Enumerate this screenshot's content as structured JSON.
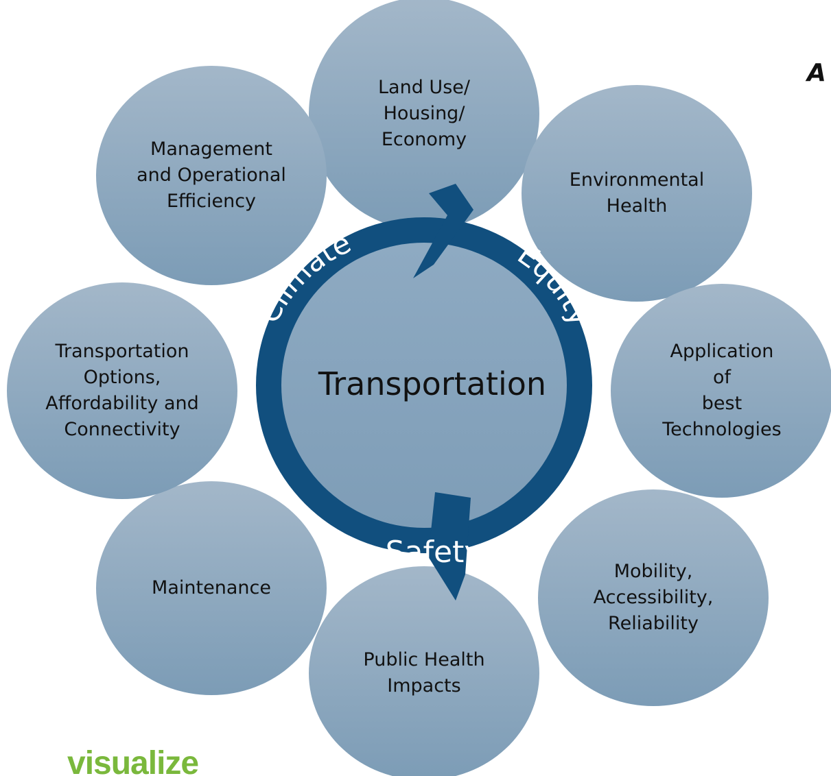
{
  "center_label": "Transportation",
  "ring_words": [
    "Climate",
    "Equity",
    "Safety"
  ],
  "nodes": [
    {
      "label": "Land Use/\nHousing/\nEconomy"
    },
    {
      "label": "Environmental\nHealth"
    },
    {
      "label": "Application of\nbest\nTechnologies"
    },
    {
      "label": "Mobility,\nAccessibility,\nReliability"
    },
    {
      "label": "Public Health\nImpacts"
    },
    {
      "label": "Maintenance"
    },
    {
      "label": "Transportation\nOptions,\nAffordability and\nConnectivity"
    },
    {
      "label": "Management\nand Operational\nEfficiency"
    }
  ],
  "corner_title": "A",
  "logo_text": "visualize",
  "colors": {
    "circle_top": "#a3b7c9",
    "circle_bottom": "#7c9cb6",
    "ring": "#114f7e",
    "ring_text": "#ffffff",
    "logo": "#7ab83c"
  }
}
